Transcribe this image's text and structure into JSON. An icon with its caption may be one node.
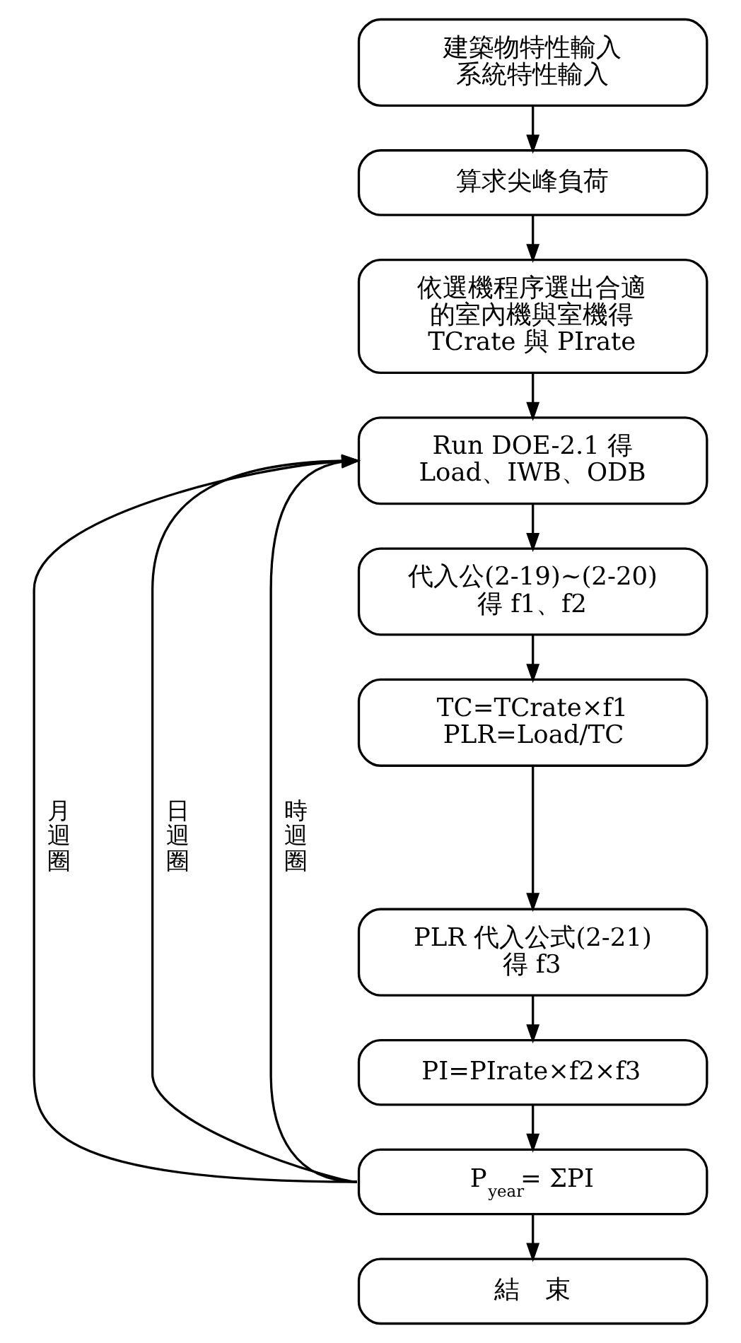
{
  "diagram": {
    "nodes": [
      {
        "text": [
          "建築物特性輸入",
          "系統特性輸入"
        ]
      },
      {
        "text": [
          "算求尖峰負荷"
        ]
      },
      {
        "text": [
          "依選機程序選出合適的室內機與室機得 TCrate 與 PIrate"
        ]
      },
      {
        "text": [
          "Run DOE-2.1 得 Load、IWB、ODB"
        ]
      },
      {
        "text": [
          "代入公(2-19)~(2-20) 得 f1、f2"
        ]
      },
      {
        "text": [
          "TC=TCrate×f1",
          "PLR=Load/TC"
        ]
      },
      {
        "text": [
          "PLR 代入公式(2-21) 得 f3"
        ]
      },
      {
        "text": [
          "PI=PIrate×f2×f3"
        ]
      },
      {
        "text": [
          "P$_{year}$= ΣPI"
        ]
      },
      {
        "text": [
          "結　束"
        ]
      }
    ],
    "edges": [
      {
        "from": 0,
        "to": 1,
        "arrow": "to"
      },
      {
        "from": 1,
        "to": 2,
        "arrow": "to"
      },
      {
        "from": 2,
        "to": 3,
        "arrow": "to"
      },
      {
        "from": 3,
        "to": 4,
        "arrow": "to"
      },
      {
        "from": 4,
        "to": 5,
        "arrow": "to"
      },
      {
        "from": 5,
        "to": 6,
        "arrow": "to"
      },
      {
        "from": 6,
        "to": 7,
        "arrow": "to"
      },
      {
        "from": 7,
        "to": 8,
        "arrow": "to"
      },
      {
        "from": 8,
        "to": 9,
        "arrow": "to"
      },
      {
        "from": 8,
        "to": 3,
        "arrow": "to",
        "label": "日迴圈"
      },
      {
        "from": 8,
        "to": 3,
        "arrow": "to",
        "label": "時迴圈"
      },
      {
        "from": 8,
        "to": 3,
        "arrow": "to",
        "label": "月迴圈"
      }
    ]
  }
}
